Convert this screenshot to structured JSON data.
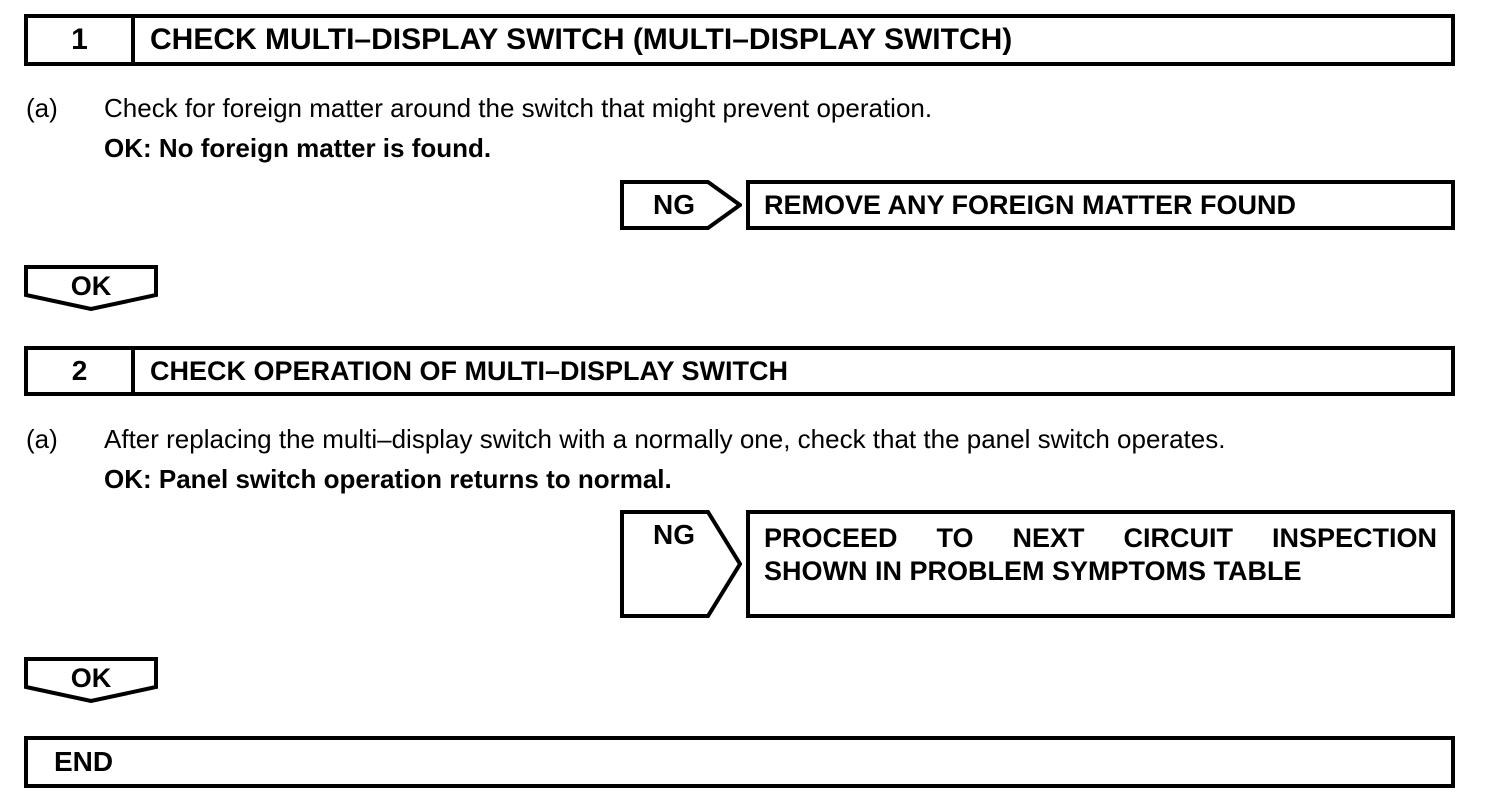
{
  "document": {
    "type": "troubleshooting-flowchart",
    "colors": {
      "ink": "#000000",
      "paper": "#ffffff"
    }
  },
  "steps": [
    {
      "number": "1",
      "title": "CHECK MULTI–DISPLAY SWITCH (MULTI–DISPLAY SWITCH)",
      "procedure": {
        "label": "(a)",
        "text": "Check for foreign matter around the switch that might prevent operation.",
        "criterion": "OK: No foreign matter is found."
      },
      "ng": {
        "label": "NG",
        "result_lines": [
          "REMOVE ANY FOREIGN MATTER FOUND"
        ]
      },
      "ok": {
        "label": "OK"
      }
    },
    {
      "number": "2",
      "title": "CHECK OPERATION OF MULTI–DISPLAY SWITCH",
      "procedure": {
        "label": "(a)",
        "text": "After replacing the multi–display switch with a normally one, check that the panel switch operates.",
        "criterion": "OK: Panel switch operation returns to normal."
      },
      "ng": {
        "label": "NG",
        "result_lines": [
          "PROCEED TO NEXT CIRCUIT INSPECTION",
          "SHOWN IN PROBLEM SYMPTOMS TABLE"
        ],
        "line1_words": [
          "PROCEED",
          "TO",
          "NEXT",
          "CIRCUIT",
          "INSPECTION"
        ]
      },
      "ok": {
        "label": "OK"
      }
    }
  ],
  "end": {
    "label": "END"
  }
}
